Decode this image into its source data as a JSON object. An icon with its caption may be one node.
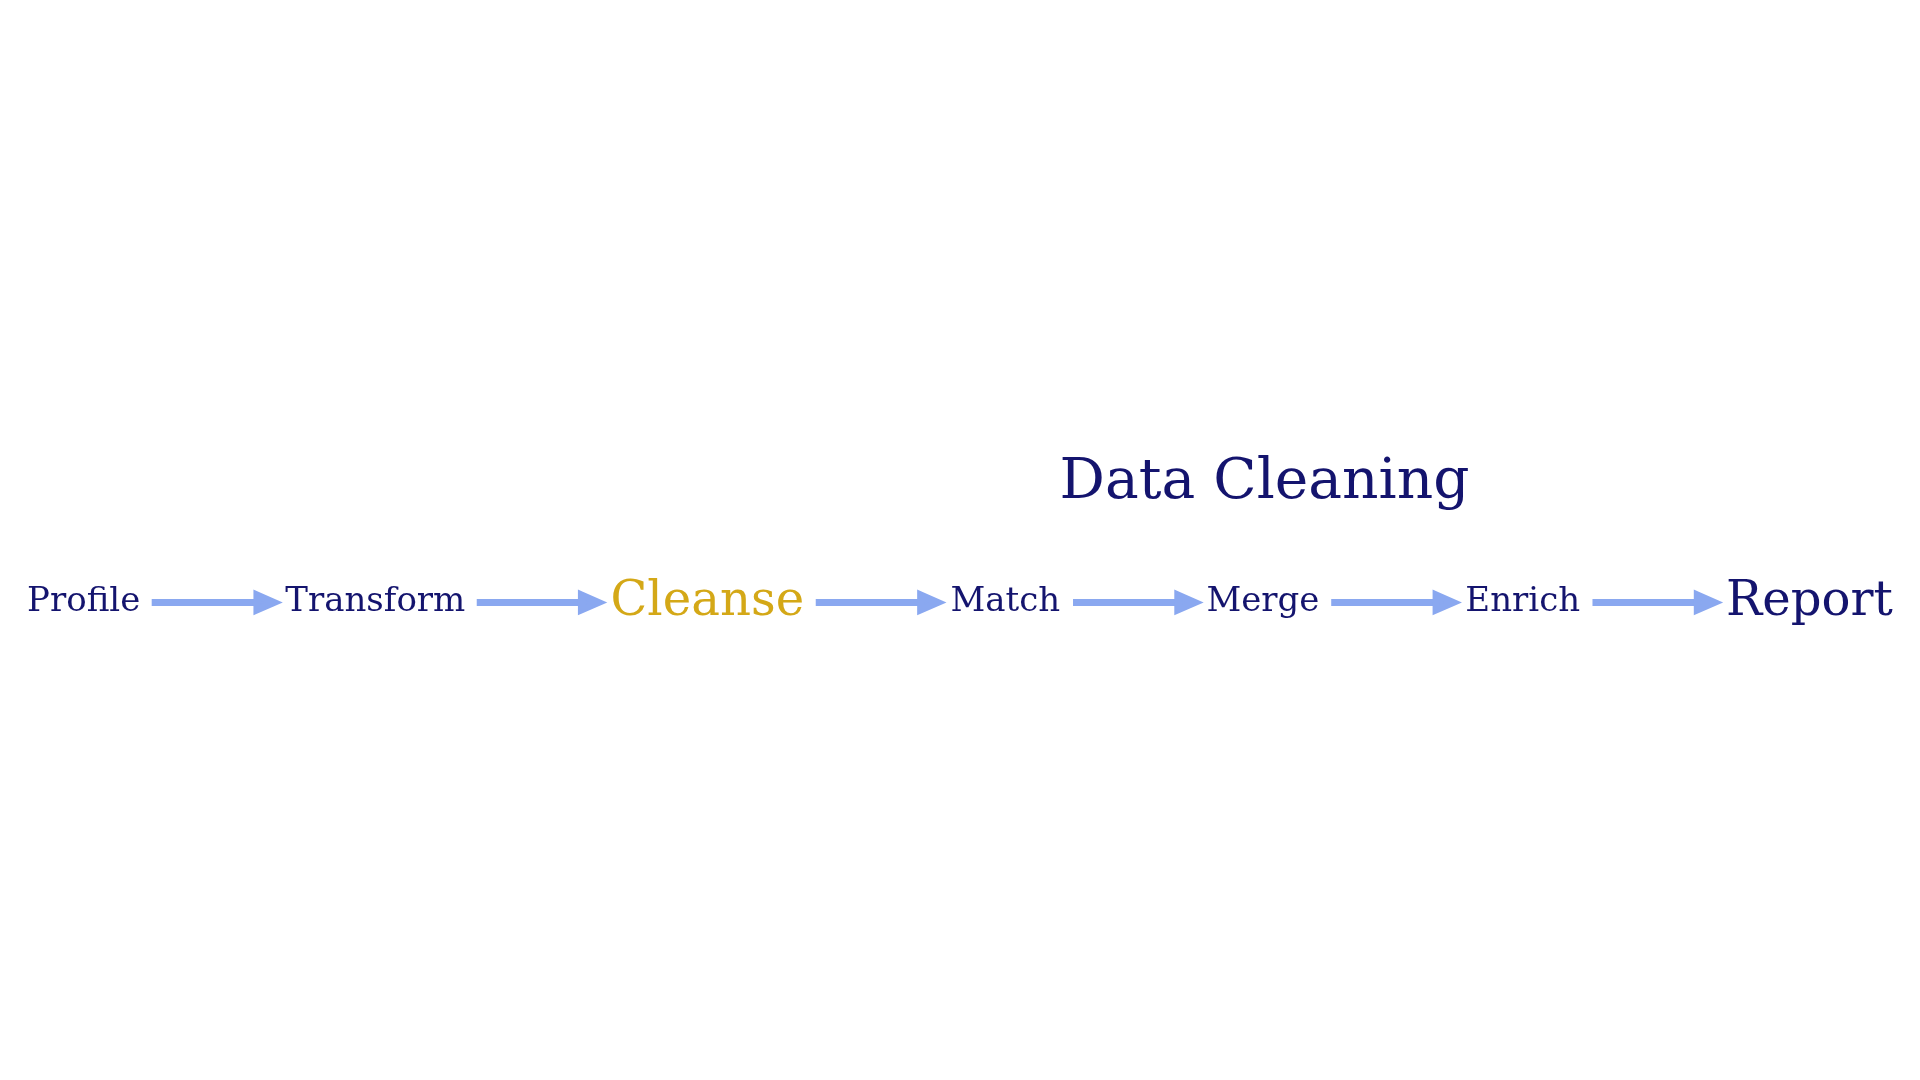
{
  "diagram": {
    "nodes": [
      {
        "text": [
          "Profile"
        ]
      },
      {
        "text": [
          "Transform"
        ]
      },
      {
        "text": [
          "Cleanse"
        ]
      },
      {
        "text": [
          "Match"
        ]
      },
      {
        "text": [
          "Merge"
        ]
      },
      {
        "text": [
          "Enrich"
        ]
      },
      {
        "text": [
          "Report"
        ]
      }
    ],
    "edges": [
      {
        "from": 0,
        "to": 1,
        "arrow": "to"
      },
      {
        "from": 1,
        "to": 2,
        "arrow": "to"
      },
      {
        "from": 2,
        "to": 3,
        "arrow": "to"
      },
      {
        "from": 3,
        "to": 4,
        "arrow": "to"
      },
      {
        "from": 4,
        "to": 5,
        "arrow": "to"
      },
      {
        "from": 5,
        "to": 6,
        "arrow": "to"
      }
    ],
    "labels": [
      "Data Cleaning"
    ]
  }
}
